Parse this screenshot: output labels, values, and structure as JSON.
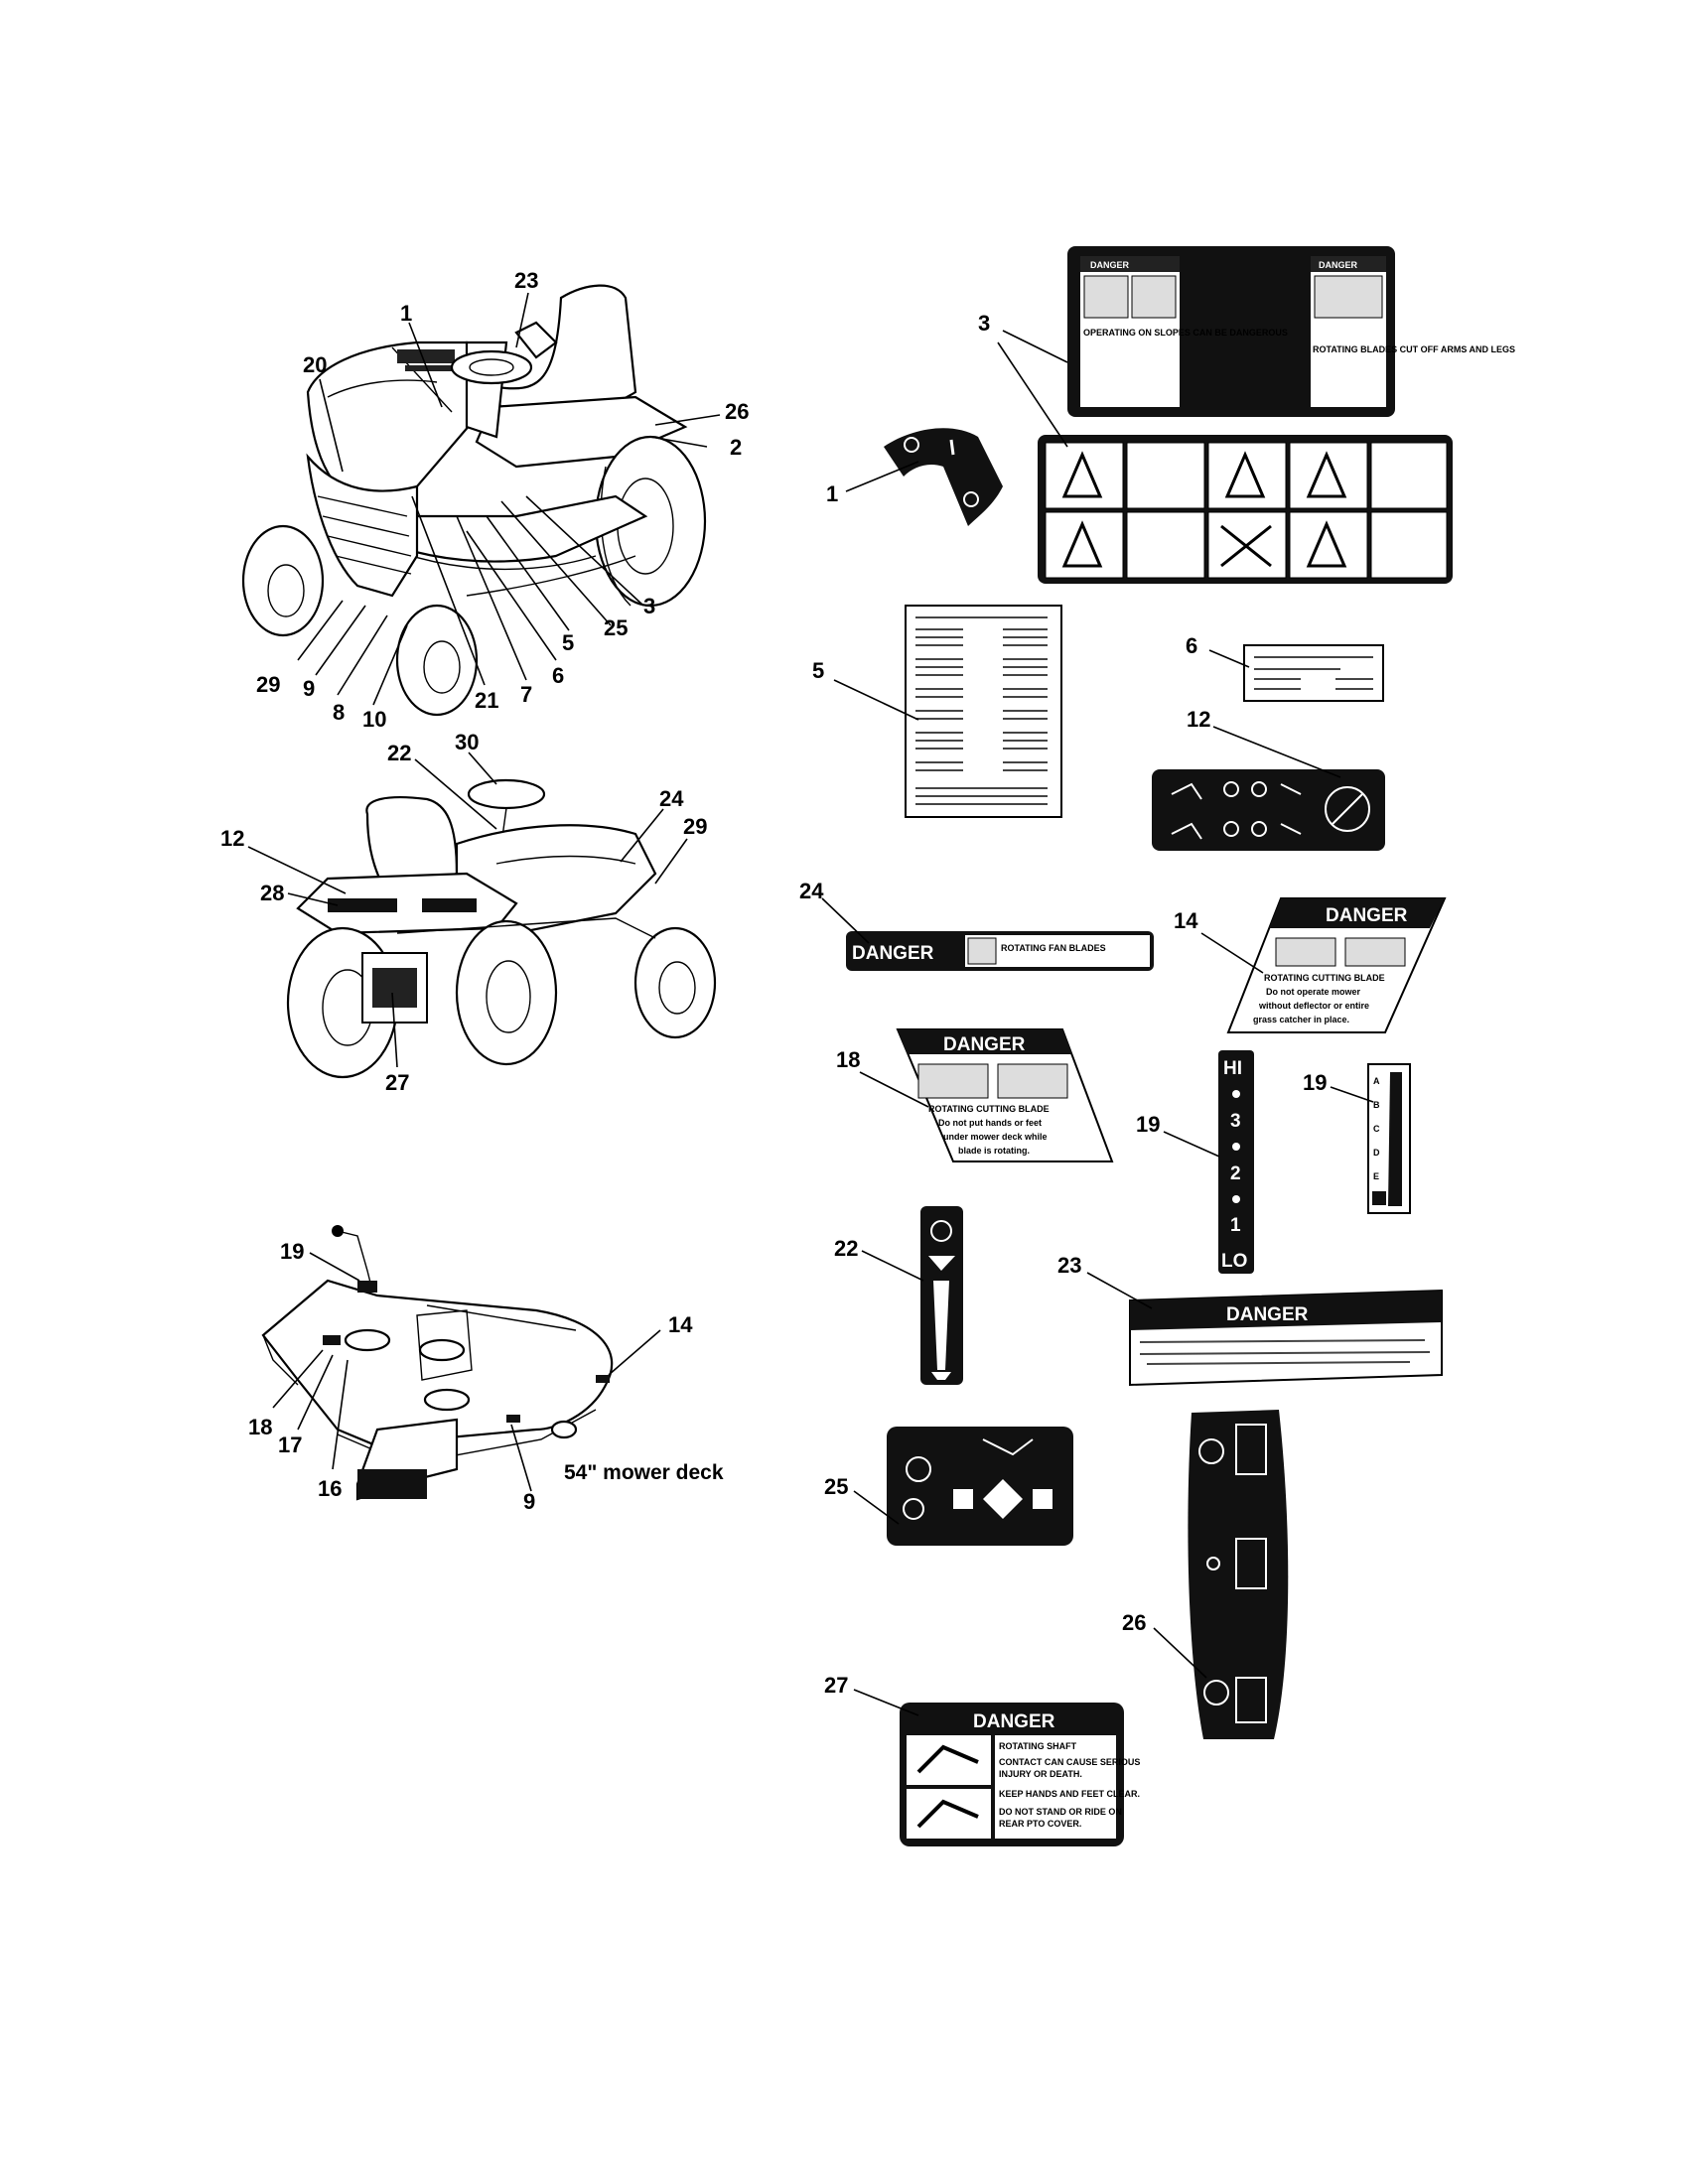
{
  "callouts": {
    "t1": "1",
    "t23": "23",
    "t20": "20",
    "t26": "26",
    "t2": "2",
    "t29": "29",
    "t9": "9",
    "t8": "8",
    "t10": "10",
    "t21": "21",
    "t7": "7",
    "t6": "6",
    "t5": "5",
    "t25": "25",
    "t3": "3",
    "r22": "22",
    "r30": "30",
    "r24": "24",
    "r29": "29",
    "r12": "12",
    "r28": "28",
    "r27": "27",
    "d19": "19",
    "d14": "14",
    "d18": "18",
    "d17": "17",
    "d16": "16",
    "d9": "9",
    "p3": "3",
    "p1": "1",
    "p5": "5",
    "p6": "6",
    "p12": "12",
    "p24": "24",
    "p14": "14",
    "p18": "18",
    "p19a": "19",
    "p19b": "19",
    "p22": "22",
    "p23": "23",
    "p25": "25",
    "p26": "26",
    "p27": "27"
  },
  "captions": {
    "mower_deck": "54\" mower deck"
  },
  "decals": {
    "danger": "DANGER",
    "d3_left_text": "OPERATING ON SLOPES CAN BE DANGEROUS",
    "d3_right_text": "ROTATING BLADES CUT OFF ARMS AND LEGS",
    "d24_text": "ROTATING FAN BLADES",
    "d14_title": "ROTATING CUTTING BLADE",
    "d14_body1": "Do not operate mower",
    "d14_body2": "without deflector or entire",
    "d14_body3": "grass catcher in place.",
    "d18_title": "ROTATING CUTTING BLADE",
    "d18_body1": "Do not put hands or feet",
    "d18_body2": "under mower deck while",
    "d18_body3": "blade is rotating.",
    "d19_hi": "HI",
    "d19_3": "3",
    "d19_2": "2",
    "d19_1": "1",
    "d19_lo": "LO",
    "d19b_a": "A",
    "d19b_b": "B",
    "d19b_c": "C",
    "d19b_d": "D",
    "d19b_e": "E",
    "d27_title": "ROTATING SHAFT",
    "d27_line1": "CONTACT CAN CAUSE SERIOUS",
    "d27_line2": "INJURY OR DEATH.",
    "d27_line3": "KEEP HANDS AND FEET CLEAR.",
    "d27_line4": "DO NOT STAND OR RIDE ON",
    "d27_line5": "REAR PTO COVER."
  }
}
